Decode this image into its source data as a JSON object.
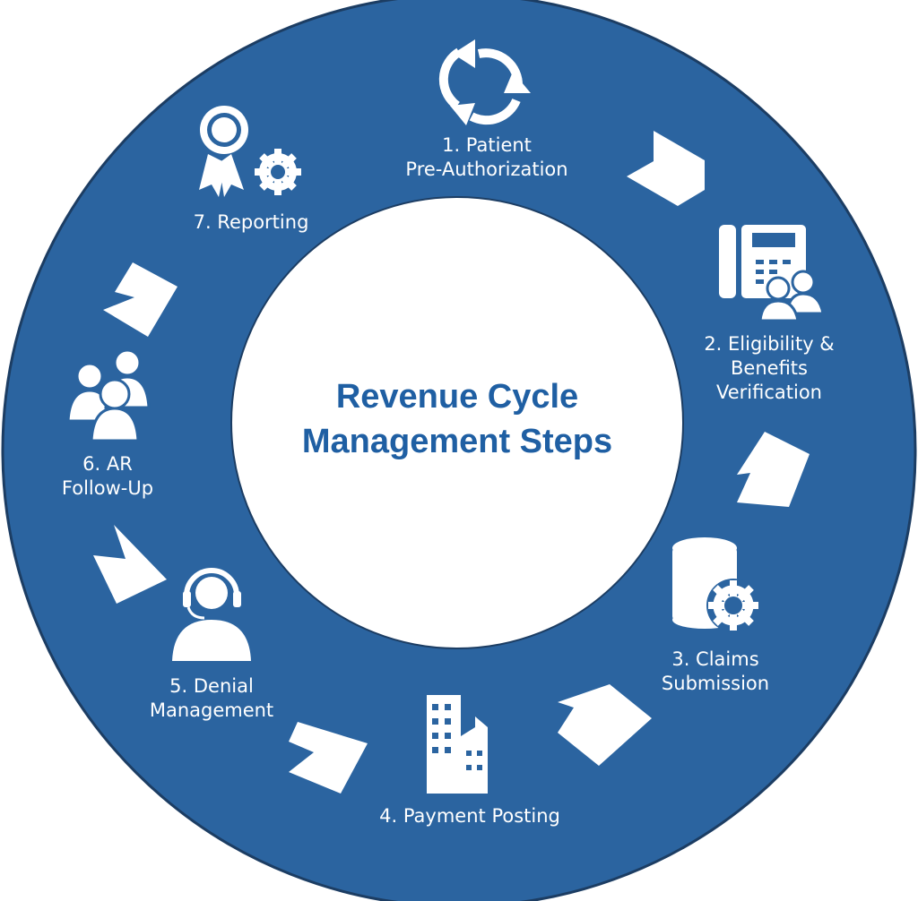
{
  "title": {
    "line1": "Revenue Cycle",
    "line2": "Management Steps"
  },
  "colors": {
    "ring": "#2b64a0",
    "ring_edge": "#1c3d63",
    "title": "#1f5fa3",
    "icon": "#ffffff"
  },
  "steps": [
    {
      "line1": "1. Patient",
      "line2": "Pre-Authorization",
      "icon": "refresh-cycle-icon"
    },
    {
      "line1": "2. Eligibility &",
      "line2": "Benefits",
      "line3": "Verification",
      "icon": "phone-users-icon"
    },
    {
      "line1": "3. Claims",
      "line2": "Submission",
      "icon": "database-gear-icon"
    },
    {
      "line1": "4. Payment Posting",
      "icon": "building-icon"
    },
    {
      "line1": "5. Denial",
      "line2": "Management",
      "icon": "headset-agent-icon"
    },
    {
      "line1": "6. AR",
      "line2": "Follow-Up",
      "icon": "users-group-icon"
    },
    {
      "line1": "7. Reporting",
      "icon": "award-gear-icon"
    }
  ]
}
